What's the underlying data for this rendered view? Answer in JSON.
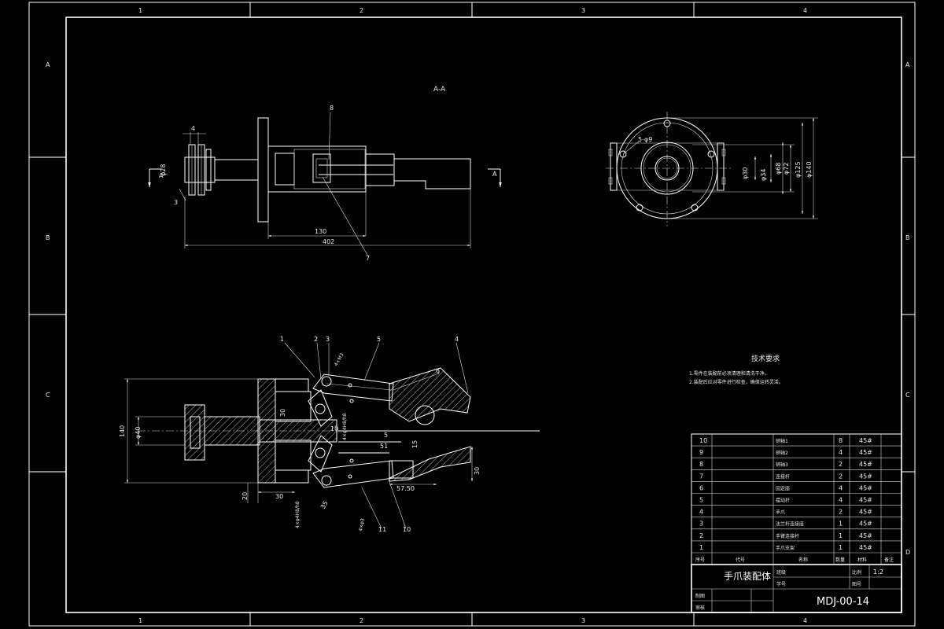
{
  "frame": {
    "zones_top": [
      "1",
      "2",
      "3",
      "4"
    ],
    "zones_bottom": [
      "1",
      "2",
      "3",
      "4"
    ],
    "zones_left": [
      "A",
      "B",
      "C"
    ],
    "zones_right": [
      "A",
      "B",
      "C",
      "D"
    ]
  },
  "section_view": {
    "title": "A-A",
    "arrow_labels": [
      "A",
      "A"
    ],
    "dims": {
      "thickness": "4",
      "shaft_dia": "φ28",
      "offset": "3",
      "inner": "130",
      "overall": "402"
    },
    "balloons": [
      "8",
      "7"
    ]
  },
  "side_view": {
    "dims": {
      "holes": "5-φ9",
      "d30": "φ30",
      "d34": "φ34",
      "d68": "φ68",
      "d72": "φ72",
      "d125": "φ125",
      "d140": "φ140"
    }
  },
  "main_view": {
    "balloons": [
      "1",
      "2",
      "3",
      "4",
      "5",
      "9",
      "10",
      "11"
    ],
    "dims": {
      "h140": "140",
      "d40": "φ40",
      "d30": "30",
      "w20": "20",
      "w30": "30",
      "w35": "35",
      "l5750": "57.50",
      "h15": "15",
      "h30": "30",
      "r5": "5",
      "l51": "51",
      "l10": "10"
    },
    "notes": [
      "4×M3",
      "4×φ4H8/h8",
      "4×φ3",
      "4×φ4H8/h8"
    ]
  },
  "tech": {
    "title": "技术要求",
    "lines": [
      "1.零件在装配前必须清理和清洗干净。",
      "2.装配后应对零件进行检查，确保运转灵活。"
    ]
  },
  "bom": {
    "rows": [
      {
        "no": "10",
        "name": "销轴1",
        "qty": "8",
        "mat": "45#"
      },
      {
        "no": "9",
        "name": "销轴2",
        "qty": "4",
        "mat": "45#"
      },
      {
        "no": "8",
        "name": "销轴3",
        "qty": "2",
        "mat": "45#"
      },
      {
        "no": "7",
        "name": "连接杆",
        "qty": "2",
        "mat": "45#"
      },
      {
        "no": "6",
        "name": "固定座",
        "qty": "4",
        "mat": "45#"
      },
      {
        "no": "5",
        "name": "摆动杆",
        "qty": "4",
        "mat": "45#"
      },
      {
        "no": "4",
        "name": "手爪",
        "qty": "2",
        "mat": "45#"
      },
      {
        "no": "3",
        "name": "法兰杆连接座",
        "qty": "1",
        "mat": "45#"
      },
      {
        "no": "2",
        "name": "手臂连接杆",
        "qty": "1",
        "mat": "45#"
      },
      {
        "no": "1",
        "name": "手爪支架",
        "qty": "1",
        "mat": "45#"
      }
    ],
    "header": {
      "no": "序号",
      "code": "代号",
      "name": "名称",
      "qty": "数量",
      "mat": "材料",
      "note": "备注"
    }
  },
  "title_block": {
    "drawing_name": "手爪装配体",
    "class_label": "班级",
    "scale_label": "比例",
    "scale_value": "1:2",
    "id_label": "学号",
    "sheet_label": "图号",
    "drawn_label": "制图",
    "check_label": "审核",
    "code": "MDJ-00-14"
  }
}
